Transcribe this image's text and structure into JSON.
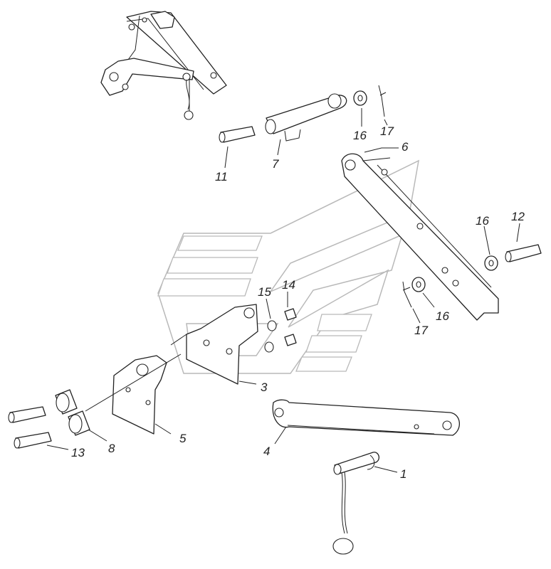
{
  "callouts": [
    {
      "id": "c1",
      "text": "1"
    },
    {
      "id": "c3",
      "text": "3"
    },
    {
      "id": "c4",
      "text": "4"
    },
    {
      "id": "c5",
      "text": "5"
    },
    {
      "id": "c6",
      "text": "6"
    },
    {
      "id": "c7",
      "text": "7"
    },
    {
      "id": "c8",
      "text": "8"
    },
    {
      "id": "c11",
      "text": "11"
    },
    {
      "id": "c12",
      "text": "12"
    },
    {
      "id": "c13",
      "text": "13"
    },
    {
      "id": "c14",
      "text": "14"
    },
    {
      "id": "c15",
      "text": "15"
    },
    {
      "id": "c16a",
      "text": "16"
    },
    {
      "id": "c16b",
      "text": "16"
    },
    {
      "id": "c16c",
      "text": "16"
    },
    {
      "id": "c17a",
      "text": "17"
    },
    {
      "id": "c17b",
      "text": "17"
    }
  ],
  "colors": {
    "line": "#222222",
    "watermark": "#b9b9b9",
    "background": "#ffffff"
  }
}
